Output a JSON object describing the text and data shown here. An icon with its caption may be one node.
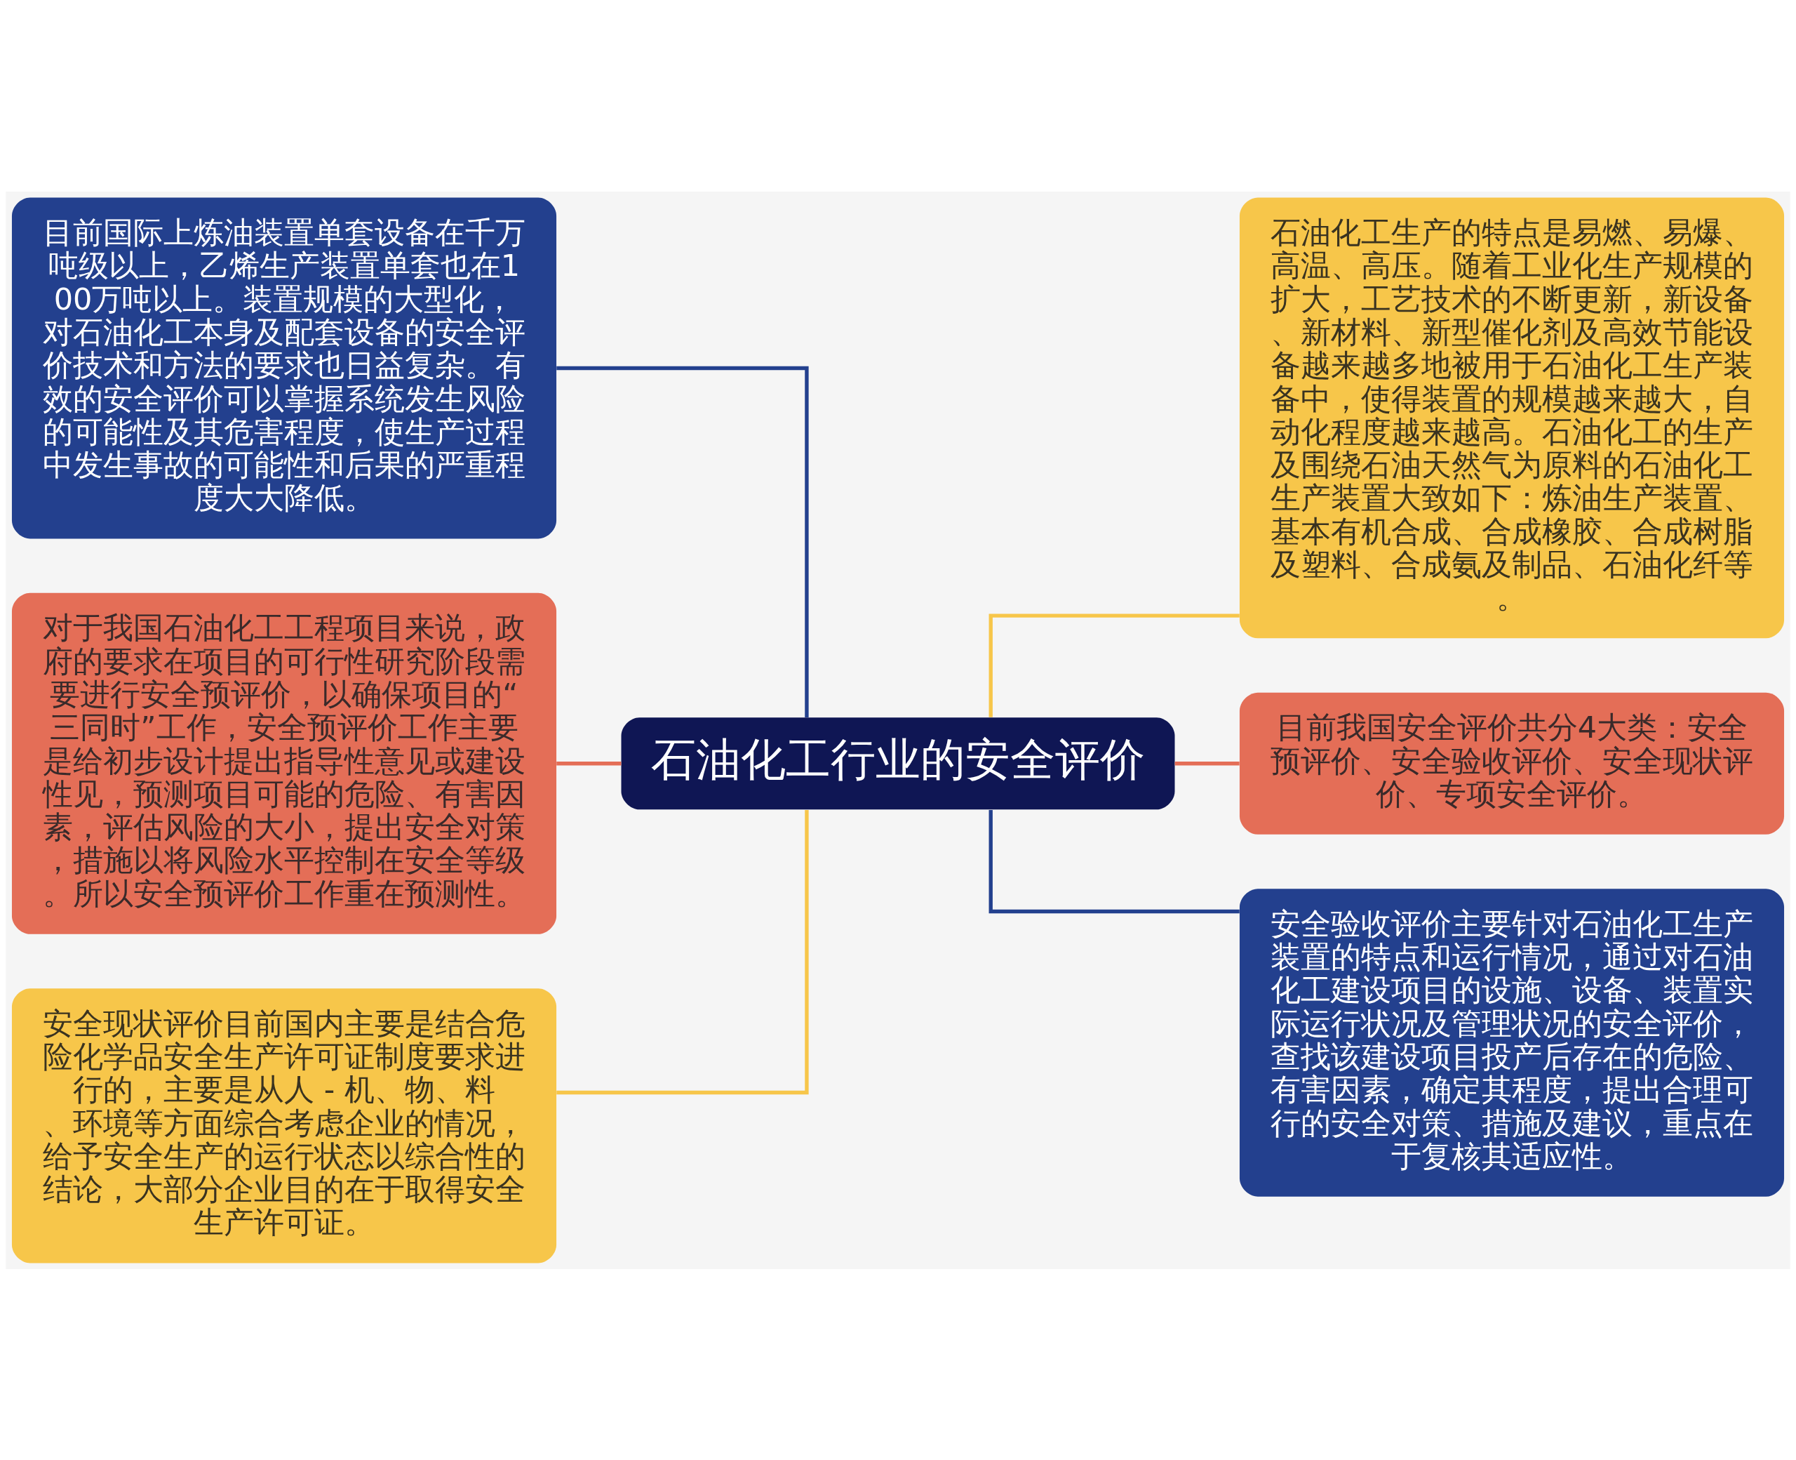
{
  "diagram": {
    "nodes": [
      {
        "text": [
          "石油化工行业的安全评价"
        ]
      },
      {
        "text": [
          "目前国际上炼油装置单套设备在千万吨级以上，乙烯生产装置单套也在100万吨以上。装置规模的大型化，对石油化工本身及配套设备的安全评价技术和方法的要求也日益复杂。有效的安全评价可以掌握系统发生风险的可能性及其危害程度，使生产过程中发生事故的可能性和后果的严重程度大大降低。"
        ]
      },
      {
        "text": [
          "对于我国石油化工工程项目来说，政府的要求在项目的可行性研究阶段需要进行安全预评价，以确保项目的“三同时”工作，安全预评价工作主要是给初步设计提出指导性意见或建设性见，预测项目可能的危险、有害因素，评估风险的大小，提出安全对策，措施以将风险水平控制在安全等级。所以安全预评价工作重在预测性。"
        ]
      },
      {
        "text": [
          "安全现状评价目前国内主要是结合危险化学品安全生产许可证制度要求进行的，主要是从人 - 机、物、料、环境等方面综合考虑企业的情况，给予安全生产的运行状态以综合性的结论，大部分企业目的在于取得安全生产许可证。"
        ]
      },
      {
        "text": [
          "石油化工生产的特点是易燃、易爆、高温、高压。随着工业化生产规模的扩大，工艺技术的不断更新，新设备、新材料、新型催化剂及高效节能设备越来越多地被用于石油化工生产装备中，使得装置的规模越来越大，自动化程度越来越高。石油化工的生产及围绕石油天然气为原料的石油化工生产装置大致如下：炼油生产装置、基本有机合成、合成橡胶、合成树脂及塑料、合成氨及制品、石油化纤等。"
        ]
      },
      {
        "text": [
          "目前我国安全评价共分4大类：安全预评价、安全验收评价、安全现状评价、专项安全评价。"
        ]
      },
      {
        "text": [
          "安全验收评价主要针对石油化工生产装置的特点和运行情况，通过对石油化工建设项目的设施、设备、装置实际运行状况及管理状况的安全评价，查找该建设项目投产后存在的危险、有害因素，确定其程度，提出合理可行的安全对策、措施及建议，重点在于复核其适应性。"
        ]
      }
    ],
    "edges": [
      {
        "from": 0,
        "to": 1,
        "arrow": "none",
        "color": "#23408e"
      },
      {
        "from": 0,
        "to": 2,
        "arrow": "none",
        "color": "#e46e57"
      },
      {
        "from": 0,
        "to": 3,
        "arrow": "none",
        "color": "#f7c64a"
      },
      {
        "from": 0,
        "to": 4,
        "arrow": "none",
        "color": "#f7c64a"
      },
      {
        "from": 0,
        "to": 5,
        "arrow": "none",
        "color": "#e46e57"
      },
      {
        "from": 0,
        "to": 6,
        "arrow": "none",
        "color": "#23408e"
      }
    ]
  }
}
